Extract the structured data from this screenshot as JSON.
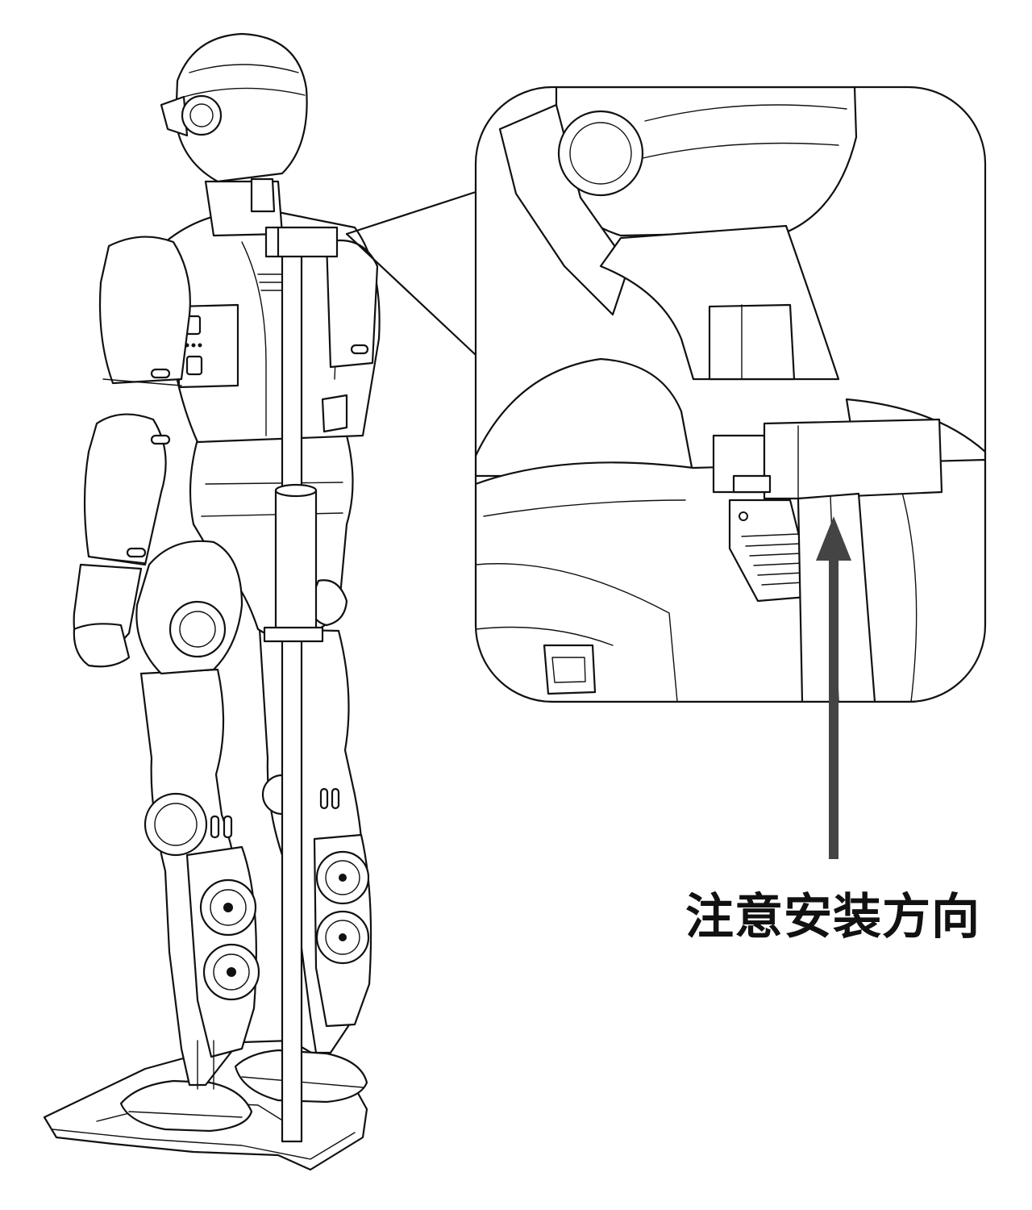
{
  "callout": {
    "label": "注意安装方向"
  },
  "colors": {
    "line": "#111111",
    "arrow": "#444444",
    "background": "#ffffff"
  },
  "icons": {
    "figure": "humanoid-robot-on-stand",
    "detail": "neck-bracket-detail-view",
    "pointer": "arrow-up"
  }
}
